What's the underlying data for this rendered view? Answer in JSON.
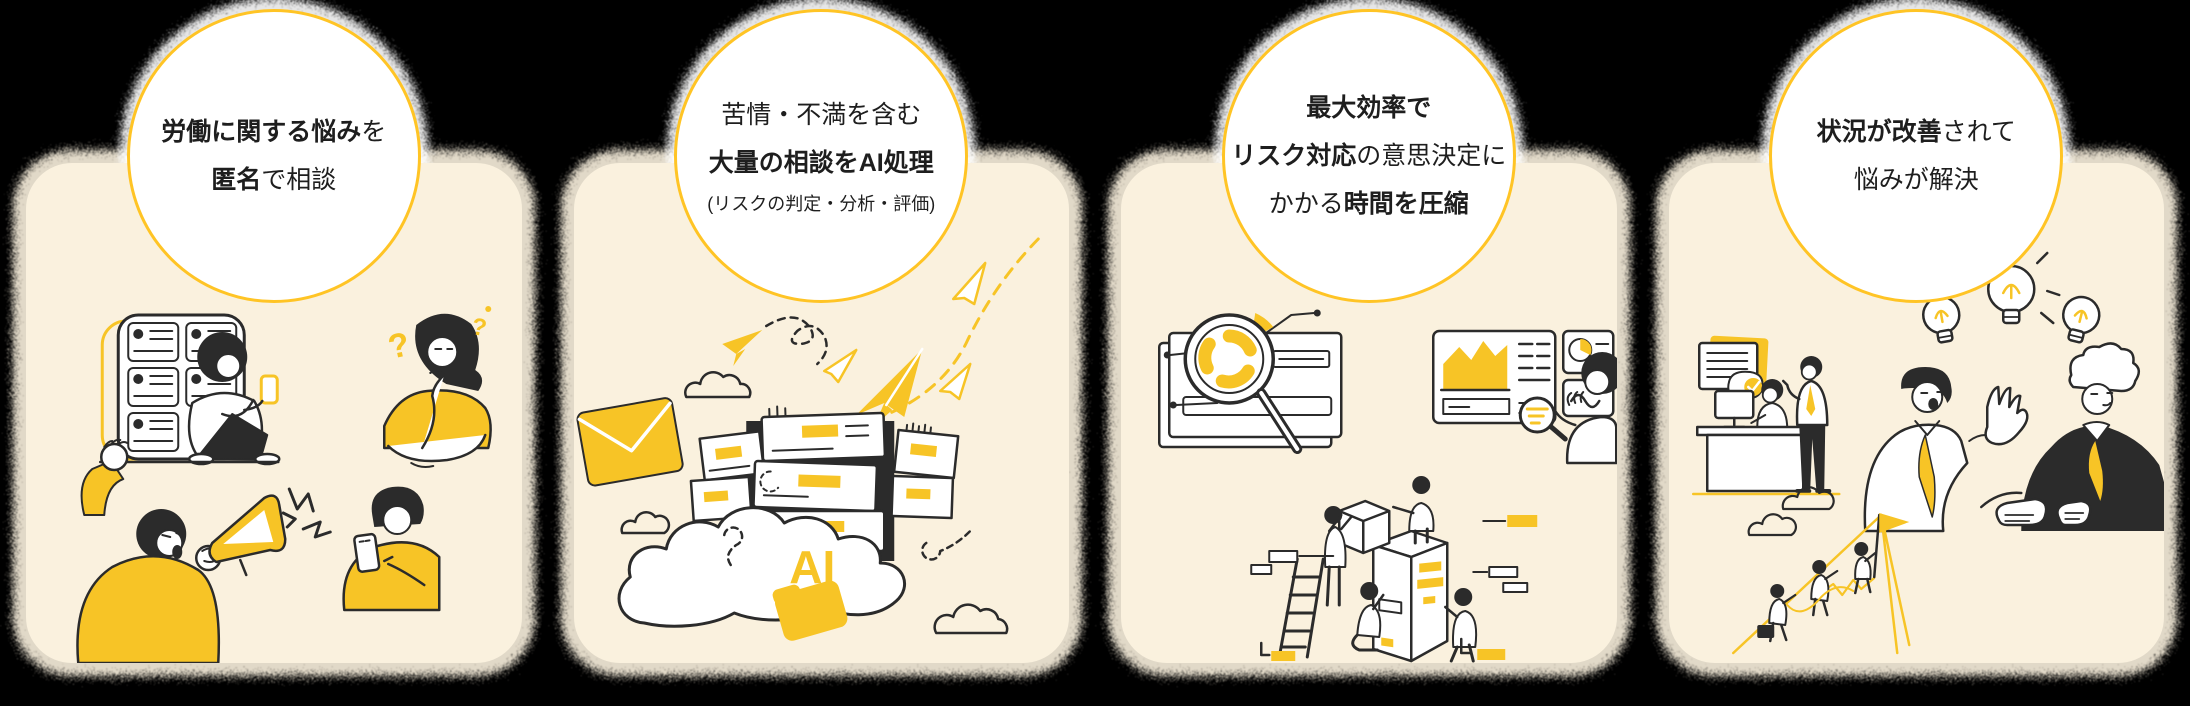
{
  "background_color": "#000000",
  "colors": {
    "card_bg": "#FAF1DE",
    "badge_bg": "#FFFFFF",
    "badge_border": "#FFC425",
    "accent_yellow": "#F7C426",
    "ink": "#2B2B2B",
    "text": "#1E1E1E"
  },
  "cards": [
    {
      "name": "anonymous-consultation",
      "badge": {
        "line1_bold": "労働に関する悩み",
        "line1_regular": "を",
        "line2_bold": "匿名",
        "line2_regular": "で相談"
      },
      "illustration": {
        "name": "workers-worries",
        "question_mark": "?",
        "elements": [
          "profile-board",
          "sitting-person-with-phone",
          "thinking-woman",
          "megaphone-man",
          "person-with-phone"
        ]
      }
    },
    {
      "name": "ai-processing",
      "badge": {
        "line1_regular": "苦情・不満を含む",
        "line2_bold": "大量の相談をAI処理",
        "line3_regular": "(リスクの判定・分析・評価)"
      },
      "illustration": {
        "name": "ai-cloud-processing",
        "ai_label": "AI",
        "elements": [
          "envelope",
          "paper-planes",
          "dashed-trails",
          "document-box-stack",
          "ai-cloud",
          "folder",
          "clouds"
        ]
      }
    },
    {
      "name": "decision-time-compression",
      "badge": {
        "line1_bold": "最大効率で",
        "line2_bold": "リスク対応",
        "line2_regular": "の意思決定に",
        "line3_regular": "かかる",
        "line3_bold": "時間を圧縮"
      },
      "illustration": {
        "name": "risk-analysis-dashboard",
        "elements": [
          "magnifier-donut-window",
          "dashboard-panels",
          "analyst-with-magnifier",
          "team-organizing-boxes",
          "ladder"
        ]
      }
    },
    {
      "name": "problem-solved",
      "badge": {
        "line1_bold": "状況が改善",
        "line1_regular": "されて",
        "line2_regular": "悩みが解決"
      },
      "illustration": {
        "name": "resolution-handshake",
        "elements": [
          "office-desk-scene",
          "idea-bulbs",
          "handshake-businessmen",
          "mountain-flag-climbers"
        ]
      }
    }
  ]
}
